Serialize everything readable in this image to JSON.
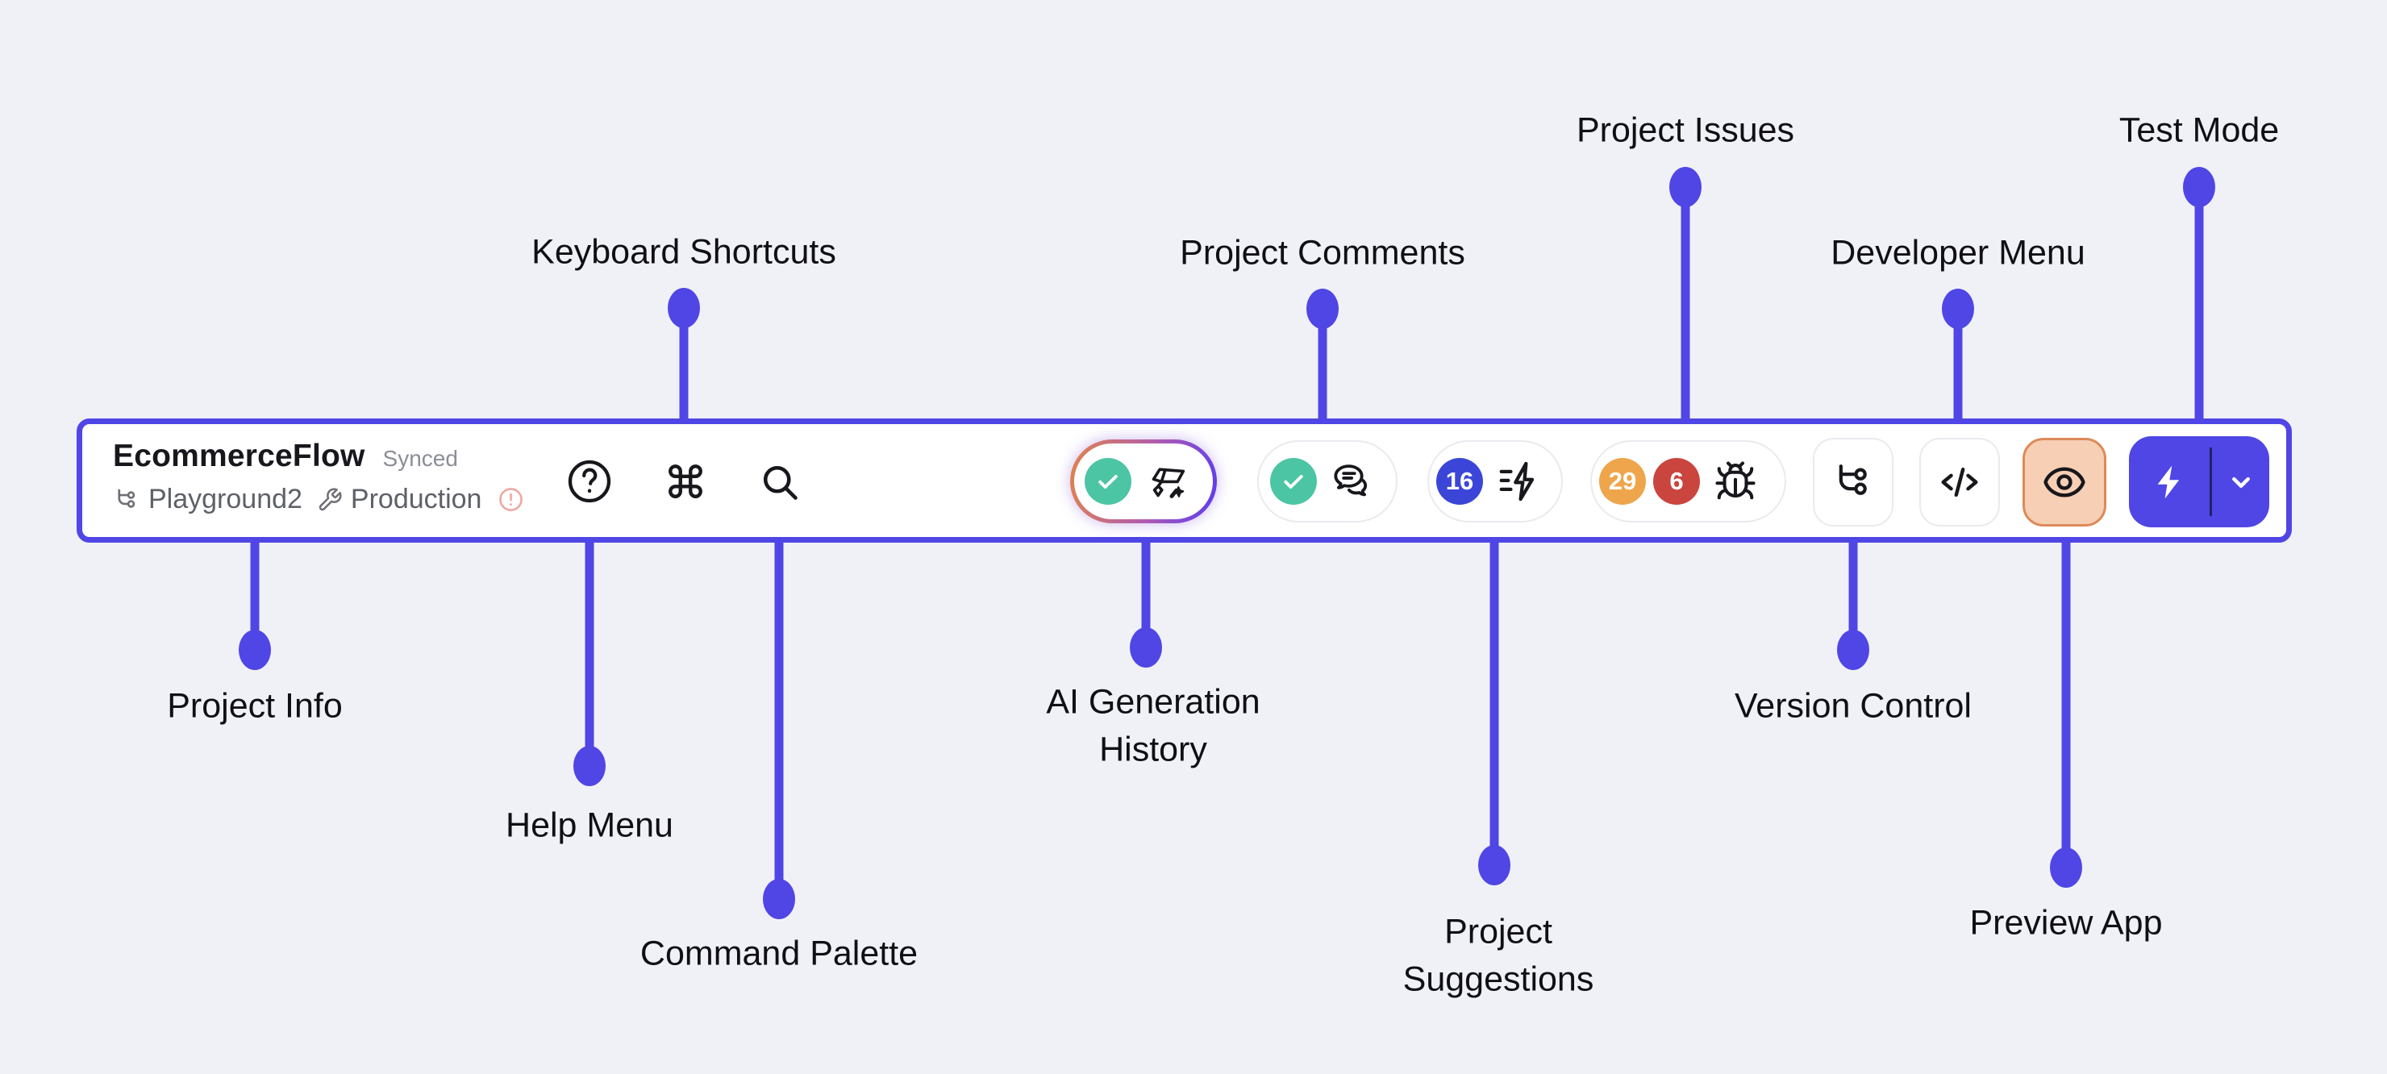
{
  "page": {
    "background": "#F0F1F6",
    "accent": "#4F46E5"
  },
  "project": {
    "name": "EcommerceFlow",
    "sync_status": "Synced",
    "branch": "Playground2",
    "environment": "Production"
  },
  "badges": {
    "suggestions_count": "16",
    "issues_open": "29",
    "issues_critical": "6"
  },
  "icons": {
    "project_branch": "git-branch-icon",
    "environment": "wrench-icon",
    "warning": "alert-circle-icon",
    "help": "help-circle-icon",
    "keyboard": "command-icon",
    "search": "search-icon",
    "status_ok": "check-circle-icon",
    "ai_history": "ai-wand-sparkle-icon",
    "comments": "chat-bubbles-icon",
    "suggestions": "list-zap-icon",
    "issues": "bug-icon",
    "version_control": "git-branch-icon",
    "developer": "code-icon",
    "preview": "eye-icon",
    "test_mode": "lightning-bolt-icon",
    "test_mode_more": "chevron-down-icon"
  },
  "colors": {
    "teal": "#4CC5A4",
    "badge_blue": "#3B46D8",
    "badge_orange": "#EFA54B",
    "badge_red": "#C9453E",
    "preview_bg": "#F6CFB4",
    "preview_border": "#DC8A59",
    "ai_gradient_start": "#E0854C",
    "ai_gradient_end": "#5A3BF0",
    "warning": "#EFA8A0"
  },
  "callouts": {
    "keyboard_shortcuts": "Keyboard Shortcuts",
    "project_comments": "Project Comments",
    "project_issues": "Project Issues",
    "developer_menu": "Developer Menu",
    "test_mode": "Test Mode",
    "project_info": "Project Info",
    "help_menu": "Help Menu",
    "command_palette": "Command Palette",
    "ai_generation_history": "AI Generation History",
    "project_suggestions": "Project Suggestions",
    "version_control": "Version Control",
    "preview_app": "Preview App"
  }
}
